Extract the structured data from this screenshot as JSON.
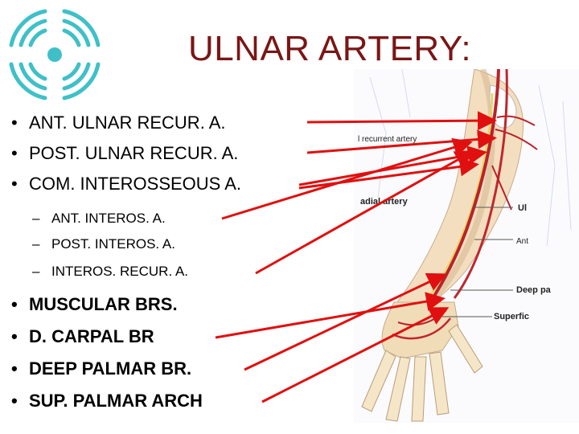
{
  "title": "ULNAR ARTERY:",
  "main_branches_top": [
    "ANT. ULNAR RECUR. A.",
    "POST. ULNAR RECUR. A.",
    "COM. INTEROSSEOUS A."
  ],
  "sub_branches": [
    "ANT. INTEROS. A.",
    "POST. INTEROS. A.",
    "INTEROS. RECUR. A."
  ],
  "main_branches_bottom": [
    "MUSCULAR BRS.",
    "D. CARPAL BR",
    "DEEP PALMAR BR.",
    "SUP. PALMAR ARCH"
  ],
  "figure_labels": {
    "recurrent": "l recurrent artery",
    "radial": "adial artery",
    "ul": "Ul",
    "ant": "Ant",
    "deep": "Deep pa",
    "superfic": "Superfic"
  },
  "colors": {
    "title": "#7a1616",
    "arrow": "#e01010",
    "logo": "#3fc0c8"
  }
}
